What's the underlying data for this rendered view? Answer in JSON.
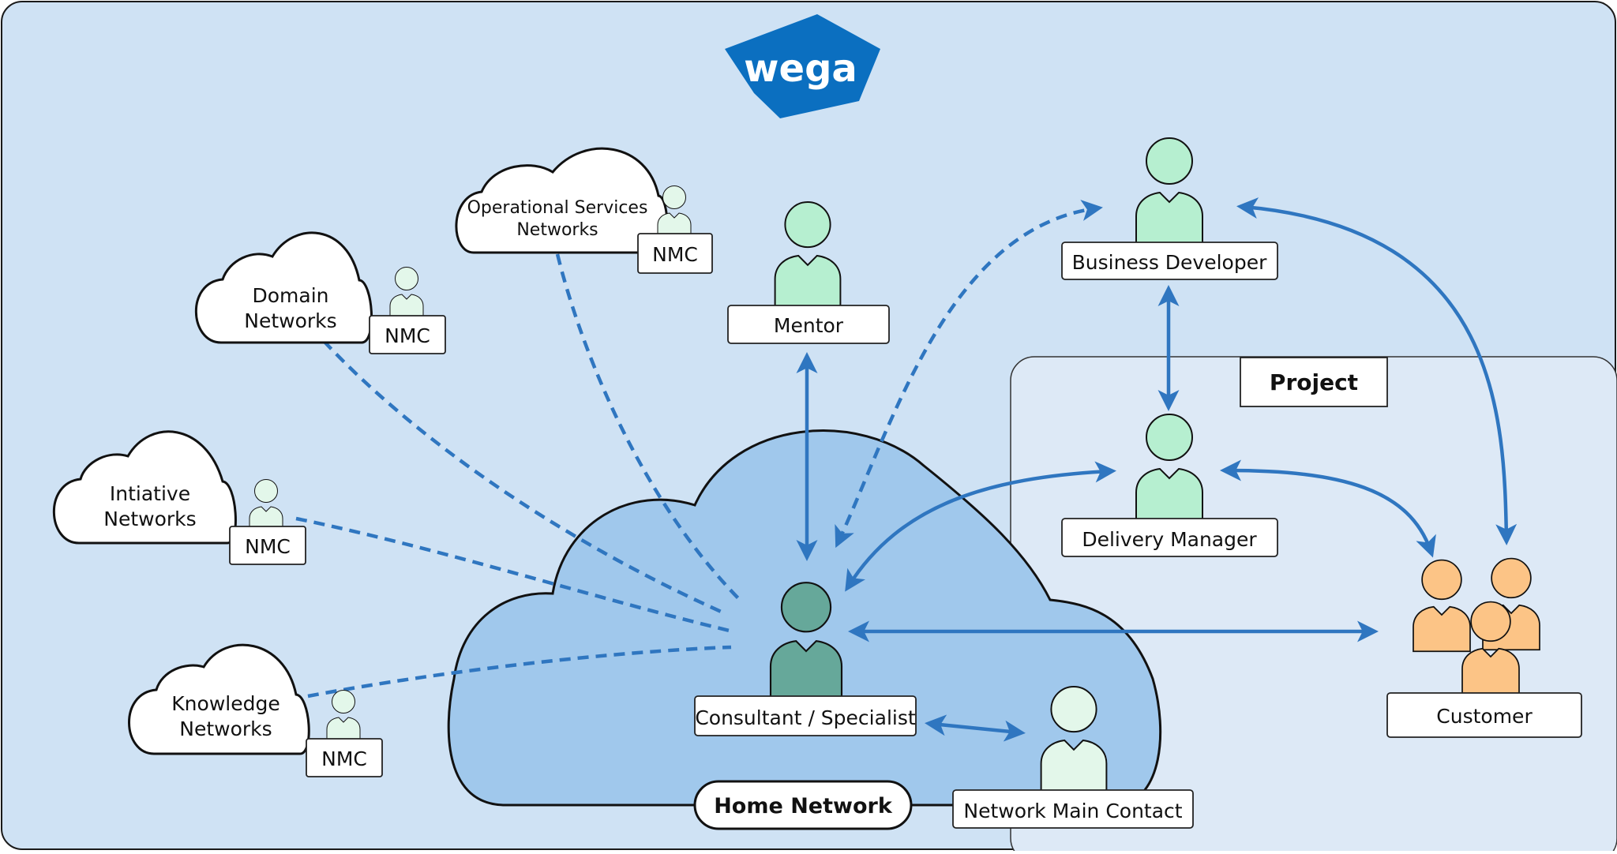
{
  "logo": {
    "text": "wega",
    "color": "#0b6fc0"
  },
  "colors": {
    "background": "#cfe2f4",
    "home_cloud": "#a0c8ec",
    "arrow": "#2f76c0",
    "person_green": "#b6efd0",
    "person_light": "#e3f7ea",
    "person_consultant": "#66a89a",
    "person_customer": "#fcc486"
  },
  "networks": [
    {
      "id": "operational",
      "lines": [
        "Operational Services",
        "Networks"
      ],
      "nmc": "NMC"
    },
    {
      "id": "domain",
      "lines": [
        "Domain",
        "Networks"
      ],
      "nmc": "NMC"
    },
    {
      "id": "initiative",
      "lines": [
        "Intiative",
        "Networks"
      ],
      "nmc": "NMC"
    },
    {
      "id": "knowledge",
      "lines": [
        "Knowledge",
        "Networks"
      ],
      "nmc": "NMC"
    }
  ],
  "roles": {
    "mentor": "Mentor",
    "business_developer": "Business Developer",
    "delivery_manager": "Delivery Manager",
    "consultant": "Consultant / Specialist",
    "network_main_contact": "Network Main Contact",
    "customer": "Customer"
  },
  "labels": {
    "project": "Project",
    "home_network": "Home Network"
  }
}
